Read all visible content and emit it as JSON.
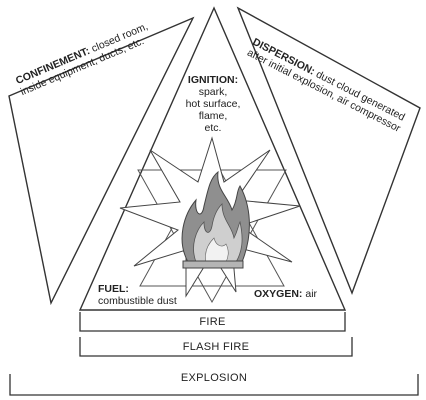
{
  "confinement": {
    "title": "CONFINEMENT:",
    "text": "closed room,",
    "text2": "inside equipment, ducts, etc."
  },
  "ignition": {
    "title": "IGNITION:",
    "lines": [
      "spark,",
      "hot surface,",
      "flame,",
      "etc."
    ]
  },
  "dispersion": {
    "title": "DISPERSION:",
    "text": "dust cloud generated",
    "text2": "after initial explosion, air compressor"
  },
  "fuel": {
    "title": "FUEL:",
    "text": "combustible dust"
  },
  "oxygen": {
    "title": "OXYGEN:",
    "text": "air"
  },
  "brackets": {
    "fire": "FIRE",
    "flash_fire": "FLASH FIRE",
    "explosion": "EXPLOSION"
  },
  "colors": {
    "stroke": "#333333",
    "flame_gray": "#9a9a9a",
    "flame_light": "#d8d8d8"
  }
}
